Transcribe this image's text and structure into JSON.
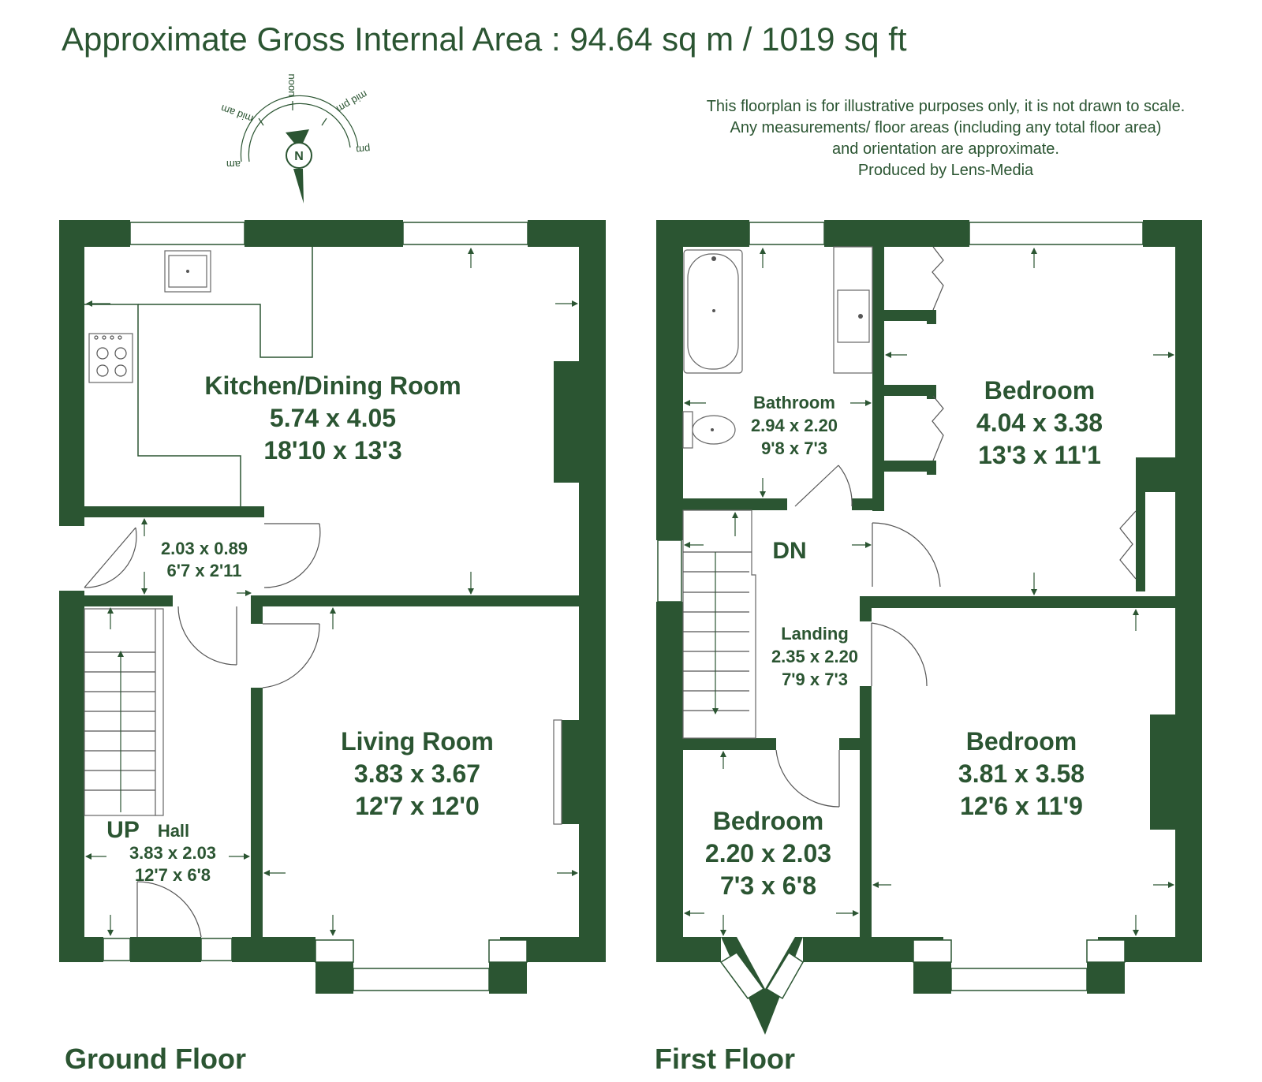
{
  "title": "Approximate Gross Internal Area : 94.64 sq m / 1019 sq ft",
  "disclaimer": [
    "This floorplan is for illustrative purposes only, it is not drawn to scale.",
    "Any measurements/ floor areas (including any total floor area)",
    "and orientation are approximate.",
    "Produced by Lens-Media"
  ],
  "compass": {
    "north": "N",
    "noon": "noon",
    "mid_am": "mid am",
    "mid_pm": "mid pm",
    "am": "am",
    "pm": "pm"
  },
  "colors": {
    "wall": "#2b5532",
    "text": "#2b5532"
  },
  "ground_floor": {
    "name": "Ground Floor",
    "stairs_label": "UP",
    "rooms": {
      "kitchen": {
        "name": "Kitchen/Dining Room",
        "metric": "5.74 x 4.05",
        "imperial": "18'10 x 13'3"
      },
      "porch": {
        "metric": "2.03 x 0.89",
        "imperial": "6'7 x 2'11"
      },
      "living": {
        "name": "Living Room",
        "metric": "3.83 x 3.67",
        "imperial": "12'7 x 12'0"
      },
      "hall": {
        "name": "Hall",
        "metric": "3.83 x 2.03",
        "imperial": "12'7 x 6'8"
      }
    }
  },
  "first_floor": {
    "name": "First Floor",
    "stairs_label": "DN",
    "rooms": {
      "bathroom": {
        "name": "Bathroom",
        "metric": "2.94 x 2.20",
        "imperial": "9'8 x 7'3"
      },
      "bedroom1": {
        "name": "Bedroom",
        "metric": "4.04 x 3.38",
        "imperial": "13'3 x 11'1"
      },
      "landing": {
        "name": "Landing",
        "metric": "2.35 x 2.20",
        "imperial": "7'9 x 7'3"
      },
      "bedroom2": {
        "name": "Bedroom",
        "metric": "3.81 x 3.58",
        "imperial": "12'6 x 11'9"
      },
      "bedroom3": {
        "name": "Bedroom",
        "metric": "2.20 x 2.03",
        "imperial": "7'3 x 6'8"
      }
    }
  }
}
